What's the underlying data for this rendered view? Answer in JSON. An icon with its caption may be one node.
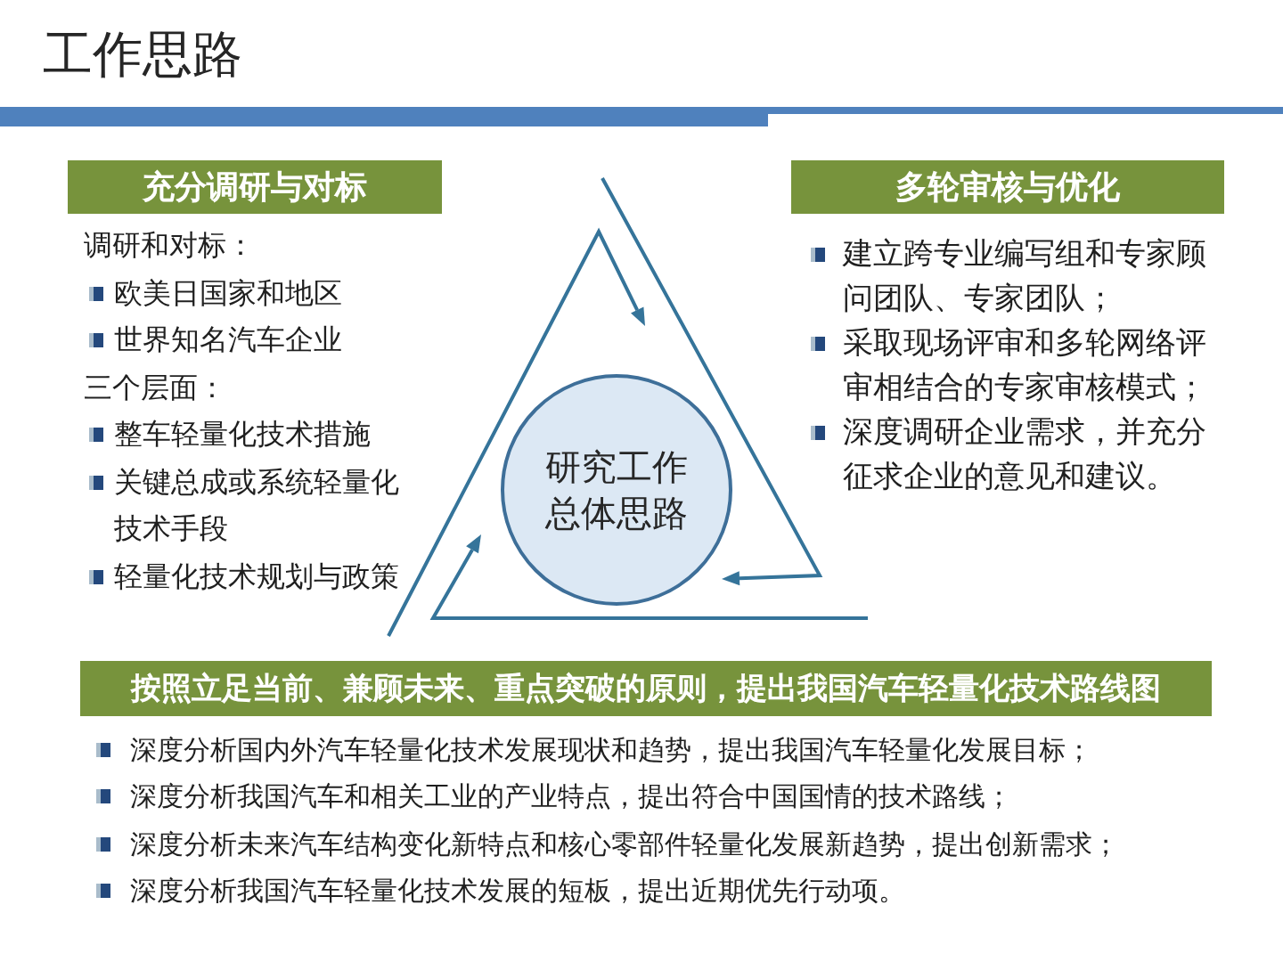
{
  "diagram": {
    "title": "工作思路",
    "nodes": [
      {
        "text": [
          "充分调研与对标"
        ],
        "beside": [
          "调研和对标：",
          "欧美日国家和地区",
          "世界知名汽车企业",
          "三个层面：",
          "整车轻量化技术措施",
          "关键总成或系统轻量化技术手段",
          "轻量化技术规划与政策"
        ]
      },
      {
        "text": [
          "多轮审核与优化"
        ],
        "beside": [
          "建立跨专业编写组和专家顾问团队、专家团队；",
          "采取现场评审和多轮网络评审相结合的专家审核模式；",
          "深度调研企业需求，并充分征求企业的意见和建议。"
        ]
      },
      {
        "text": [
          "研究工作总体思路"
        ]
      },
      {
        "text": [
          "按照立足当前、兼顾未来、重点突破的原则，提出我国汽车轻量化技术路线图"
        ],
        "beside": [
          "深度分析国内外汽车轻量化技术发展现状和趋势，提出我国汽车轻量化发展目标；",
          "深度分析我国汽车和相关工业的产业特点，提出符合中国国情的技术路线；",
          "深度分析未来汽车结构变化新特点和核心零部件轻量化发展新趋势，提出创新需求；",
          "深度分析我国汽车轻量化技术发展的短板，提出近期优先行动项。"
        ]
      }
    ]
  }
}
